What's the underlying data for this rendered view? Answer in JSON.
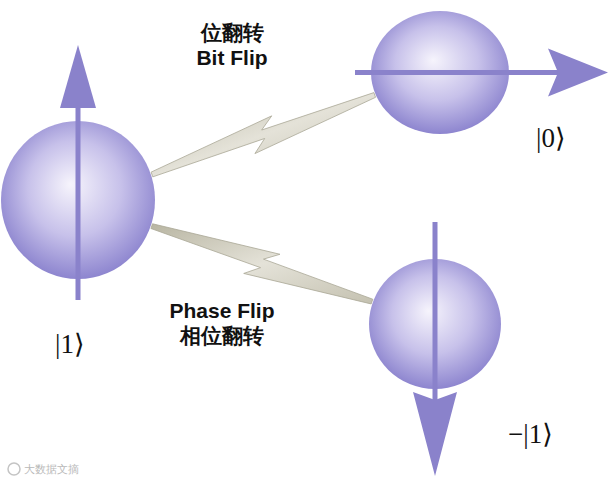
{
  "diagram": {
    "nodes": [
      {
        "text": [
          "|1⟩"
        ]
      },
      {
        "text": [
          "|0⟩"
        ]
      },
      {
        "text": [
          "−|1⟩"
        ]
      }
    ],
    "edges": [
      {
        "from": 0,
        "to": 1,
        "arrow": "none",
        "label": "位翻转 Bit Flip"
      },
      {
        "from": 0,
        "to": 2,
        "arrow": "none",
        "label": "Phase Flip 相位翻转"
      }
    ],
    "labels": [
      "大数据文摘"
    ]
  }
}
